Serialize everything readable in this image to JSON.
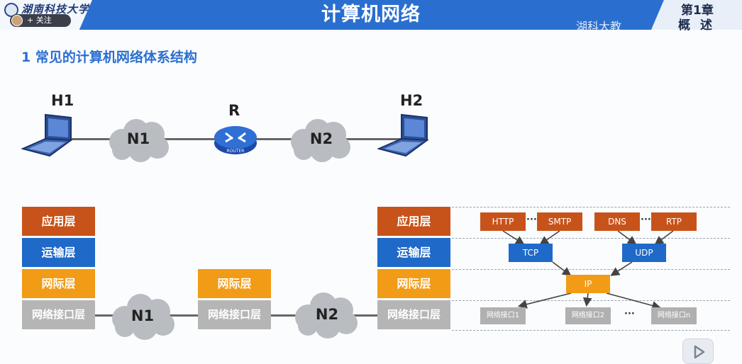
{
  "header": {
    "school_logo_text": "湖南科技大学",
    "follow_label": "关注",
    "title": "计算机网络",
    "chapter_number": "第1章",
    "chapter_name": "概述",
    "watermark": "湖科大教"
  },
  "section_title": "1 常见的计算机网络体系结构",
  "topology": {
    "host1": "H1",
    "network1": "N1",
    "router": "R",
    "router_badge": "ROUTER",
    "network2": "N2",
    "host2": "H2"
  },
  "stacks": {
    "host1": [
      "应用层",
      "运输层",
      "网际层",
      "网络接口层"
    ],
    "router": [
      "网际层",
      "网络接口层"
    ],
    "host2": [
      "应用层",
      "运输层",
      "网际层",
      "网络接口层"
    ],
    "net1": "N1",
    "net2": "N2"
  },
  "hourglass": {
    "app": [
      "HTTP",
      "SMTP",
      "DNS",
      "RTP"
    ],
    "transport": [
      "TCP",
      "UDP"
    ],
    "ip": "IP",
    "interfaces": [
      "网络接口1",
      "网络接口2",
      "网络接口n"
    ],
    "ellipsis": "···"
  },
  "colors": {
    "header_blue": "#2a6fd0",
    "application": "#c8531a",
    "transport": "#1f69c9",
    "network": "#f29b16",
    "interface": "#b5b5b5"
  },
  "icons": [
    "laptop-icon",
    "cloud-icon",
    "router-icon",
    "play-icon"
  ]
}
